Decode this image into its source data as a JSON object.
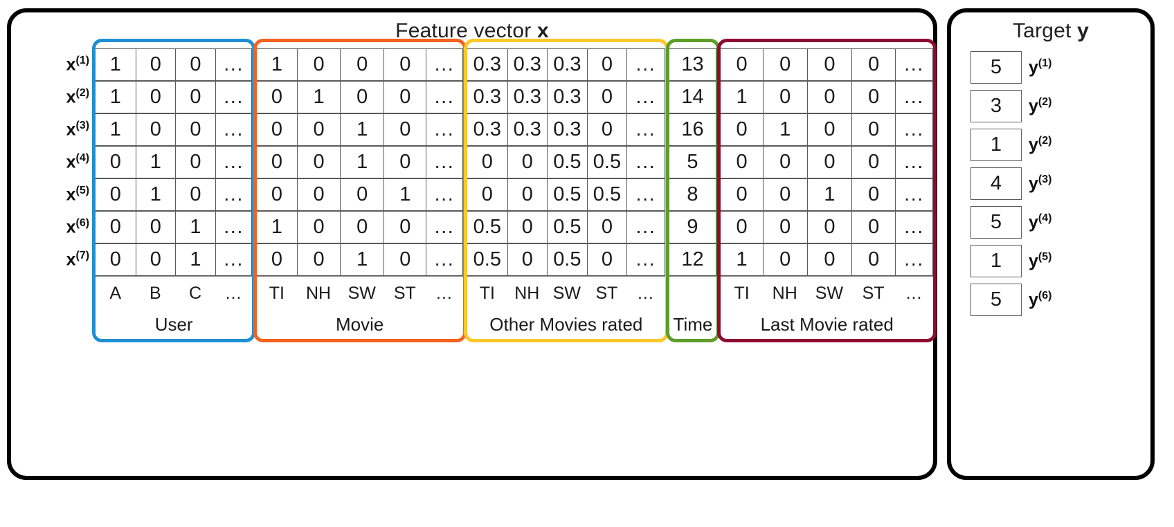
{
  "feature_panel": {
    "title_prefix": "Feature vector ",
    "title_var": "x",
    "row_labels": [
      "x(1)",
      "x(2)",
      "x(3)",
      "x(4)",
      "x(5)",
      "x(6)",
      "x(7)"
    ],
    "row_label_base": "x",
    "row_label_sups": [
      "(1)",
      "(2)",
      "(3)",
      "(4)",
      "(5)",
      "(6)",
      "(7)"
    ],
    "blocks": [
      {
        "key": "user",
        "name": "User",
        "color": "#1f8fd4",
        "feature_labels": [
          "A",
          "B",
          "C",
          "..."
        ],
        "rows": [
          [
            "1",
            "0",
            "0",
            "..."
          ],
          [
            "1",
            "0",
            "0",
            "..."
          ],
          [
            "1",
            "0",
            "0",
            "..."
          ],
          [
            "0",
            "1",
            "0",
            "..."
          ],
          [
            "0",
            "1",
            "0",
            "..."
          ],
          [
            "0",
            "0",
            "1",
            "..."
          ],
          [
            "0",
            "0",
            "1",
            "..."
          ]
        ]
      },
      {
        "key": "movie",
        "name": "Movie",
        "color": "#f4631e",
        "feature_labels": [
          "TI",
          "NH",
          "SW",
          "ST",
          "..."
        ],
        "rows": [
          [
            "1",
            "0",
            "0",
            "0",
            "..."
          ],
          [
            "0",
            "1",
            "0",
            "0",
            "..."
          ],
          [
            "0",
            "0",
            "1",
            "0",
            "..."
          ],
          [
            "0",
            "0",
            "1",
            "0",
            "..."
          ],
          [
            "0",
            "0",
            "0",
            "1",
            "..."
          ],
          [
            "1",
            "0",
            "0",
            "0",
            "..."
          ],
          [
            "0",
            "0",
            "1",
            "0",
            "..."
          ]
        ]
      },
      {
        "key": "other",
        "name": "Other Movies rated",
        "color": "#fcc82a",
        "feature_labels": [
          "TI",
          "NH",
          "SW",
          "ST",
          "..."
        ],
        "rows": [
          [
            "0.3",
            "0.3",
            "0.3",
            "0",
            "..."
          ],
          [
            "0.3",
            "0.3",
            "0.3",
            "0",
            "..."
          ],
          [
            "0.3",
            "0.3",
            "0.3",
            "0",
            "..."
          ],
          [
            "0",
            "0",
            "0.5",
            "0.5",
            "..."
          ],
          [
            "0",
            "0",
            "0.5",
            "0.5",
            "..."
          ],
          [
            "0.5",
            "0",
            "0.5",
            "0",
            "..."
          ],
          [
            "0.5",
            "0",
            "0.5",
            "0",
            "..."
          ]
        ]
      },
      {
        "key": "time",
        "name": "Time",
        "color": "#5e9e28",
        "feature_labels": [
          ""
        ],
        "rows": [
          [
            "13"
          ],
          [
            "14"
          ],
          [
            "16"
          ],
          [
            "5"
          ],
          [
            "8"
          ],
          [
            "9"
          ],
          [
            "12"
          ]
        ]
      },
      {
        "key": "last",
        "name": "Last Movie rated",
        "color": "#8e0b33",
        "feature_labels": [
          "TI",
          "NH",
          "SW",
          "ST",
          "..."
        ],
        "rows": [
          [
            "0",
            "0",
            "0",
            "0",
            "..."
          ],
          [
            "1",
            "0",
            "0",
            "0",
            "..."
          ],
          [
            "0",
            "1",
            "0",
            "0",
            "..."
          ],
          [
            "0",
            "0",
            "0",
            "0",
            "..."
          ],
          [
            "0",
            "0",
            "1",
            "0",
            "..."
          ],
          [
            "0",
            "0",
            "0",
            "0",
            "..."
          ],
          [
            "1",
            "0",
            "0",
            "0",
            "..."
          ]
        ]
      }
    ]
  },
  "target_panel": {
    "title_prefix": "Target ",
    "title_var": "y",
    "label_base": "y",
    "rows": [
      {
        "value": "5",
        "sup": "(1)"
      },
      {
        "value": "3",
        "sup": "(2)"
      },
      {
        "value": "1",
        "sup": "(2)"
      },
      {
        "value": "4",
        "sup": "(3)"
      },
      {
        "value": "5",
        "sup": "(4)"
      },
      {
        "value": "1",
        "sup": "(5)"
      },
      {
        "value": "5",
        "sup": "(6)"
      }
    ]
  }
}
